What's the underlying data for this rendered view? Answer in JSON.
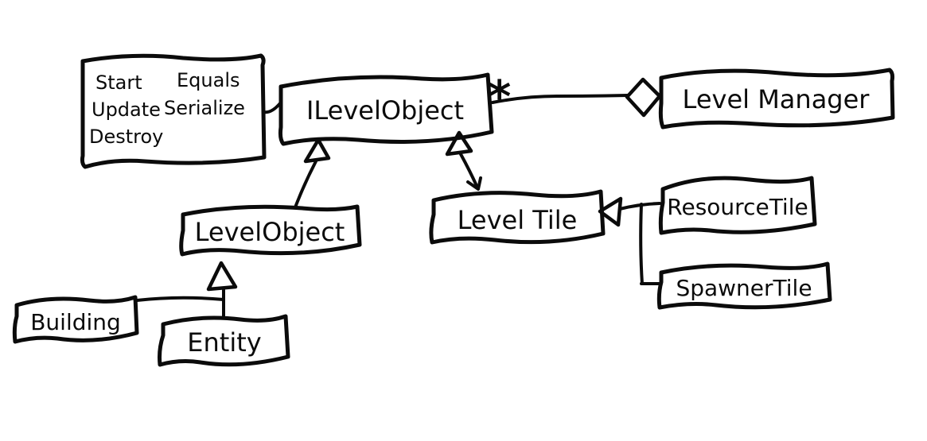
{
  "diagram": {
    "background": "#ffffff",
    "ink_color": "#0b0b0b",
    "nodes": {
      "interface_members": {
        "col1": [
          "Start",
          "Update",
          "Destroy"
        ],
        "col2": [
          "Equals",
          "Serialize"
        ]
      },
      "ilevelobject": {
        "label": "ILevelObject"
      },
      "levelmanager": {
        "label": "Level Manager"
      },
      "levelobject": {
        "label": "LevelObject"
      },
      "leveltile": {
        "label": "Level Tile"
      },
      "resourcetile": {
        "label": "ResourceTile"
      },
      "spawnertile": {
        "label": "SpawnerTile"
      },
      "building": {
        "label": "Building"
      },
      "entity": {
        "label": "Entity"
      }
    },
    "edges": {
      "aggregation_multiplicity": "*",
      "relations": [
        {
          "from": "ILevelObject",
          "to": "LevelManager",
          "type": "aggregation",
          "multiplicity": "*"
        },
        {
          "from": "LevelObject",
          "to": "ILevelObject",
          "type": "inheritance"
        },
        {
          "from": "LevelTile",
          "to": "ILevelObject",
          "type": "inheritance"
        },
        {
          "from": "ResourceTile",
          "to": "LevelTile",
          "type": "inheritance"
        },
        {
          "from": "SpawnerTile",
          "to": "LevelTile",
          "type": "inheritance"
        },
        {
          "from": "Building",
          "to": "LevelObject",
          "type": "inheritance"
        },
        {
          "from": "Entity",
          "to": "LevelObject",
          "type": "inheritance"
        },
        {
          "from": "interface-members-note",
          "to": "ILevelObject",
          "type": "attached-note"
        }
      ]
    }
  }
}
